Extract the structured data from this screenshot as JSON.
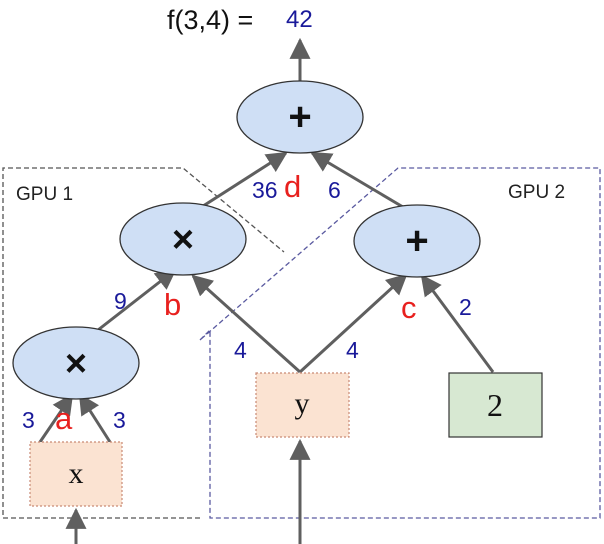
{
  "title": {
    "expr": "f(3,4) =",
    "value": "42"
  },
  "regions": {
    "gpu1": {
      "label": "GPU 1"
    },
    "gpu2": {
      "label": "GPU 2"
    }
  },
  "nodes": {
    "add_top": {
      "op": "+"
    },
    "mul_mid": {
      "op": "×"
    },
    "add_mid": {
      "op": "+"
    },
    "mul_low": {
      "op": "×"
    },
    "input_x": {
      "text": "x"
    },
    "input_y": {
      "text": "y"
    },
    "const_2": {
      "text": "2"
    }
  },
  "edges": {
    "x_to_mul_left": "3",
    "x_to_mul_right": "3",
    "mul_low_to_mul_mid": "9",
    "y_to_mul_mid": "4",
    "y_to_add_mid": "4",
    "const_to_add_mid": "2",
    "mul_mid_to_add_top": "36",
    "add_mid_to_add_top": "6"
  },
  "markers": {
    "a": "a",
    "b": "b",
    "c": "c",
    "d": "d"
  },
  "colors": {
    "op_fill": "#cfdff5",
    "input_fill": "#fbe3d2",
    "const_fill": "#d7e8d2",
    "edge": "#5f5f5f",
    "value_text": "#1a1a9a",
    "marker_text": "#e8201e",
    "region_border": "#555555",
    "gpu2_border": "#5a5aa0"
  }
}
